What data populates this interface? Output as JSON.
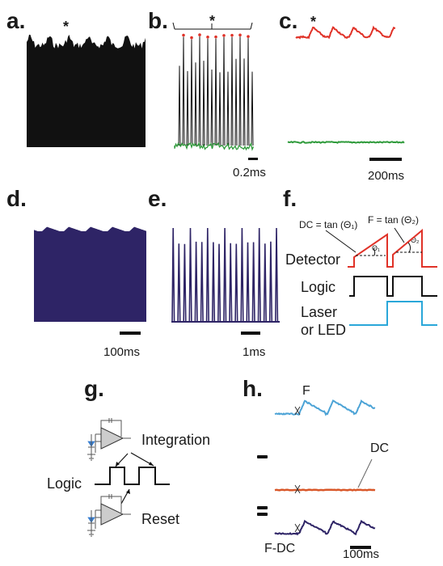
{
  "panels": {
    "a": {
      "label": "a.",
      "marker": "*"
    },
    "b": {
      "label": "b.",
      "marker": "*",
      "scale": "0.2ms"
    },
    "c": {
      "label": "c.",
      "marker": "*",
      "scale": "200ms"
    },
    "d": {
      "label": "d.",
      "scale": "100ms"
    },
    "e": {
      "label": "e.",
      "scale": "1ms"
    },
    "f": {
      "label": "f.",
      "eq_dc": "DC = tan (Θ₁)",
      "eq_f": "F = tan (Θ₂)",
      "theta1": "Θ₁",
      "theta2": "Θ₂",
      "row_detector": "Detector",
      "row_logic": "Logic",
      "row_laser_1": "Laser",
      "row_laser_2": "or LED"
    },
    "g": {
      "label": "g.",
      "integration": "Integration",
      "logic": "Logic",
      "reset": "Reset"
    },
    "h": {
      "label": "h.",
      "trace_f": "F",
      "trace_dc": "DC",
      "trace_fdc": "F-DC",
      "scale": "100ms"
    }
  },
  "colors": {
    "black": "#111111",
    "green": "#2e9a3a",
    "red": "#e03228",
    "navy": "#2e2466",
    "blue": "#2aa7d9",
    "lightblue": "#4ca3d6",
    "orange": "#d9582a",
    "opamp": "#cccccc",
    "diode": "#3a7fd0"
  }
}
